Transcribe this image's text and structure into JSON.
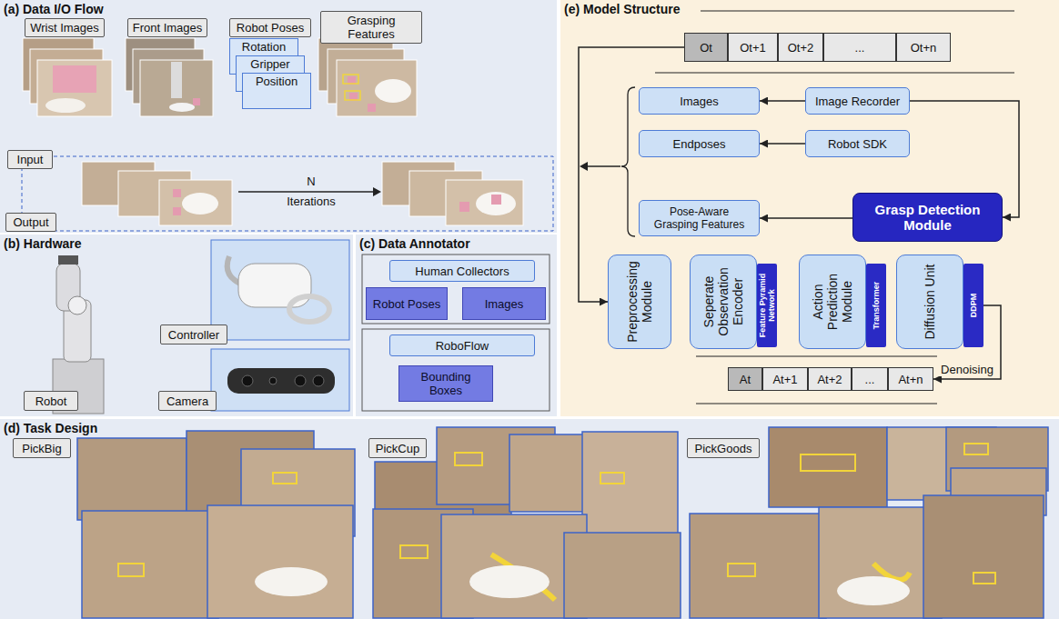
{
  "diagram": {
    "nodes": [
      {
        "text": [
          "(a) Data I/O Flow"
        ]
      },
      {
        "text": [
          "Wrist Images"
        ],
        "in": 0
      },
      {
        "text": [
          "Front Images"
        ],
        "in": 0
      },
      {
        "text": [
          "Robot Poses"
        ],
        "in": 0
      },
      {
        "text": [
          "Rotation"
        ],
        "in": 0
      },
      {
        "text": [
          "Gripper"
        ],
        "in": 0
      },
      {
        "text": [
          "Position"
        ],
        "in": 0
      },
      {
        "text": [
          "Grasping Features"
        ],
        "in": 0
      },
      {
        "text": [
          "Input"
        ],
        "in": 0
      },
      {
        "text": [
          "Output"
        ],
        "in": 0
      },
      {
        "text": [
          "(b) Hardware"
        ]
      },
      {
        "text": [
          "Robot"
        ],
        "in": 10
      },
      {
        "text": [
          "Controller"
        ],
        "in": 10
      },
      {
        "text": [
          "Camera"
        ],
        "in": 10
      },
      {
        "text": [
          "(c) Data Annotator"
        ]
      },
      {
        "text": [
          "Human Collectors"
        ],
        "in": 14
      },
      {
        "text": [
          "Robot Poses"
        ],
        "in": 14
      },
      {
        "text": [
          "Images"
        ],
        "in": 14
      },
      {
        "text": [
          "RoboFlow"
        ],
        "in": 14
      },
      {
        "text": [
          "Bounding Boxes"
        ],
        "in": 14
      },
      {
        "text": [
          "(d) Task Design"
        ]
      },
      {
        "text": [
          "PickBig"
        ],
        "in": 20
      },
      {
        "text": [
          "PickCup"
        ],
        "in": 20
      },
      {
        "text": [
          "PickGoods"
        ],
        "in": 20
      },
      {
        "text": [
          "(e) Model Structure"
        ]
      },
      {
        "text": [
          "Ot"
        ],
        "in": 24
      },
      {
        "text": [
          "Ot+1"
        ],
        "in": 24
      },
      {
        "text": [
          "Ot+2"
        ],
        "in": 24
      },
      {
        "text": [
          "..."
        ],
        "in": 24
      },
      {
        "text": [
          "Ot+n"
        ],
        "in": 24
      },
      {
        "text": [
          "Images"
        ],
        "in": 24
      },
      {
        "text": [
          "Image Recorder"
        ],
        "in": 24
      },
      {
        "text": [
          "Endposes"
        ],
        "in": 24
      },
      {
        "text": [
          "Robot SDK"
        ],
        "in": 24
      },
      {
        "text": [
          "Pose-Aware Grasping Features"
        ],
        "in": 24
      },
      {
        "text": [
          "Grasp Detection Module"
        ],
        "in": 24
      },
      {
        "text": [
          "Preprocessing Module"
        ],
        "in": 24
      },
      {
        "text": [
          "Seperate Observation Encoder"
        ],
        "in": 24
      },
      {
        "text": [
          "Feature Pyramid Network"
        ],
        "in": 24
      },
      {
        "text": [
          "Action Prediction Module"
        ],
        "in": 24
      },
      {
        "text": [
          "Transformer"
        ],
        "in": 24
      },
      {
        "text": [
          "Diffusion Unit"
        ],
        "in": 24
      },
      {
        "text": [
          "DDPM"
        ],
        "in": 24
      },
      {
        "text": [
          "At"
        ],
        "in": 24
      },
      {
        "text": [
          "At+1"
        ],
        "in": 24
      },
      {
        "text": [
          "At+2"
        ],
        "in": 24
      },
      {
        "text": [
          "..."
        ],
        "in": 24
      },
      {
        "text": [
          "At+n"
        ],
        "in": 24
      }
    ],
    "edges": [
      {
        "from": 31,
        "to": 30,
        "arrow": "to"
      },
      {
        "from": 33,
        "to": 32,
        "arrow": "to"
      },
      {
        "from": 35,
        "to": 34,
        "arrow": "to"
      },
      {
        "from": 31,
        "to": 35,
        "arrow": "to"
      },
      {
        "from": 25,
        "to": 36,
        "arrow": "to"
      },
      {
        "from": 42,
        "to": 47,
        "label": "Denoising",
        "arrow": "to"
      }
    ],
    "labels": [
      "N",
      "Iterations"
    ]
  }
}
